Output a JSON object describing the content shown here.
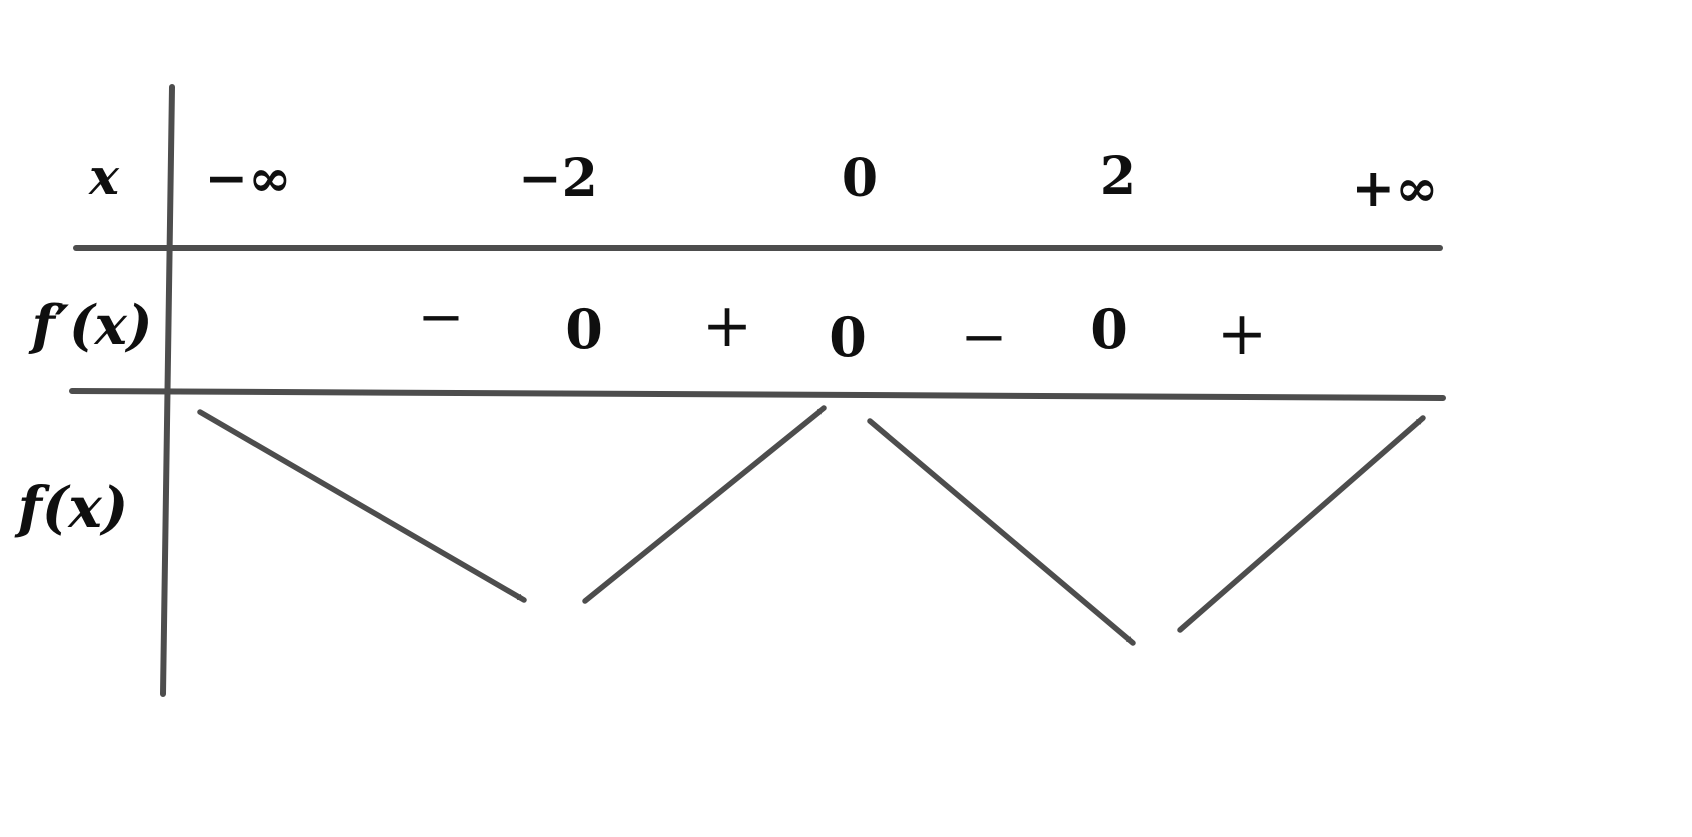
{
  "row_labels": {
    "x": "x",
    "derivative": "f′(x)",
    "function": "f(x)"
  },
  "x_values": [
    "−∞",
    "−2",
    "0",
    "2",
    "+∞"
  ],
  "derivative_row": [
    "−",
    "0",
    "+",
    "0",
    "−",
    "0",
    "+"
  ],
  "variation_arrows": [
    "decreasing",
    "increasing",
    "decreasing",
    "increasing"
  ],
  "colors": {
    "line": "#4d4d4d",
    "text": "#0f0f0f",
    "background": "#ffffff"
  }
}
